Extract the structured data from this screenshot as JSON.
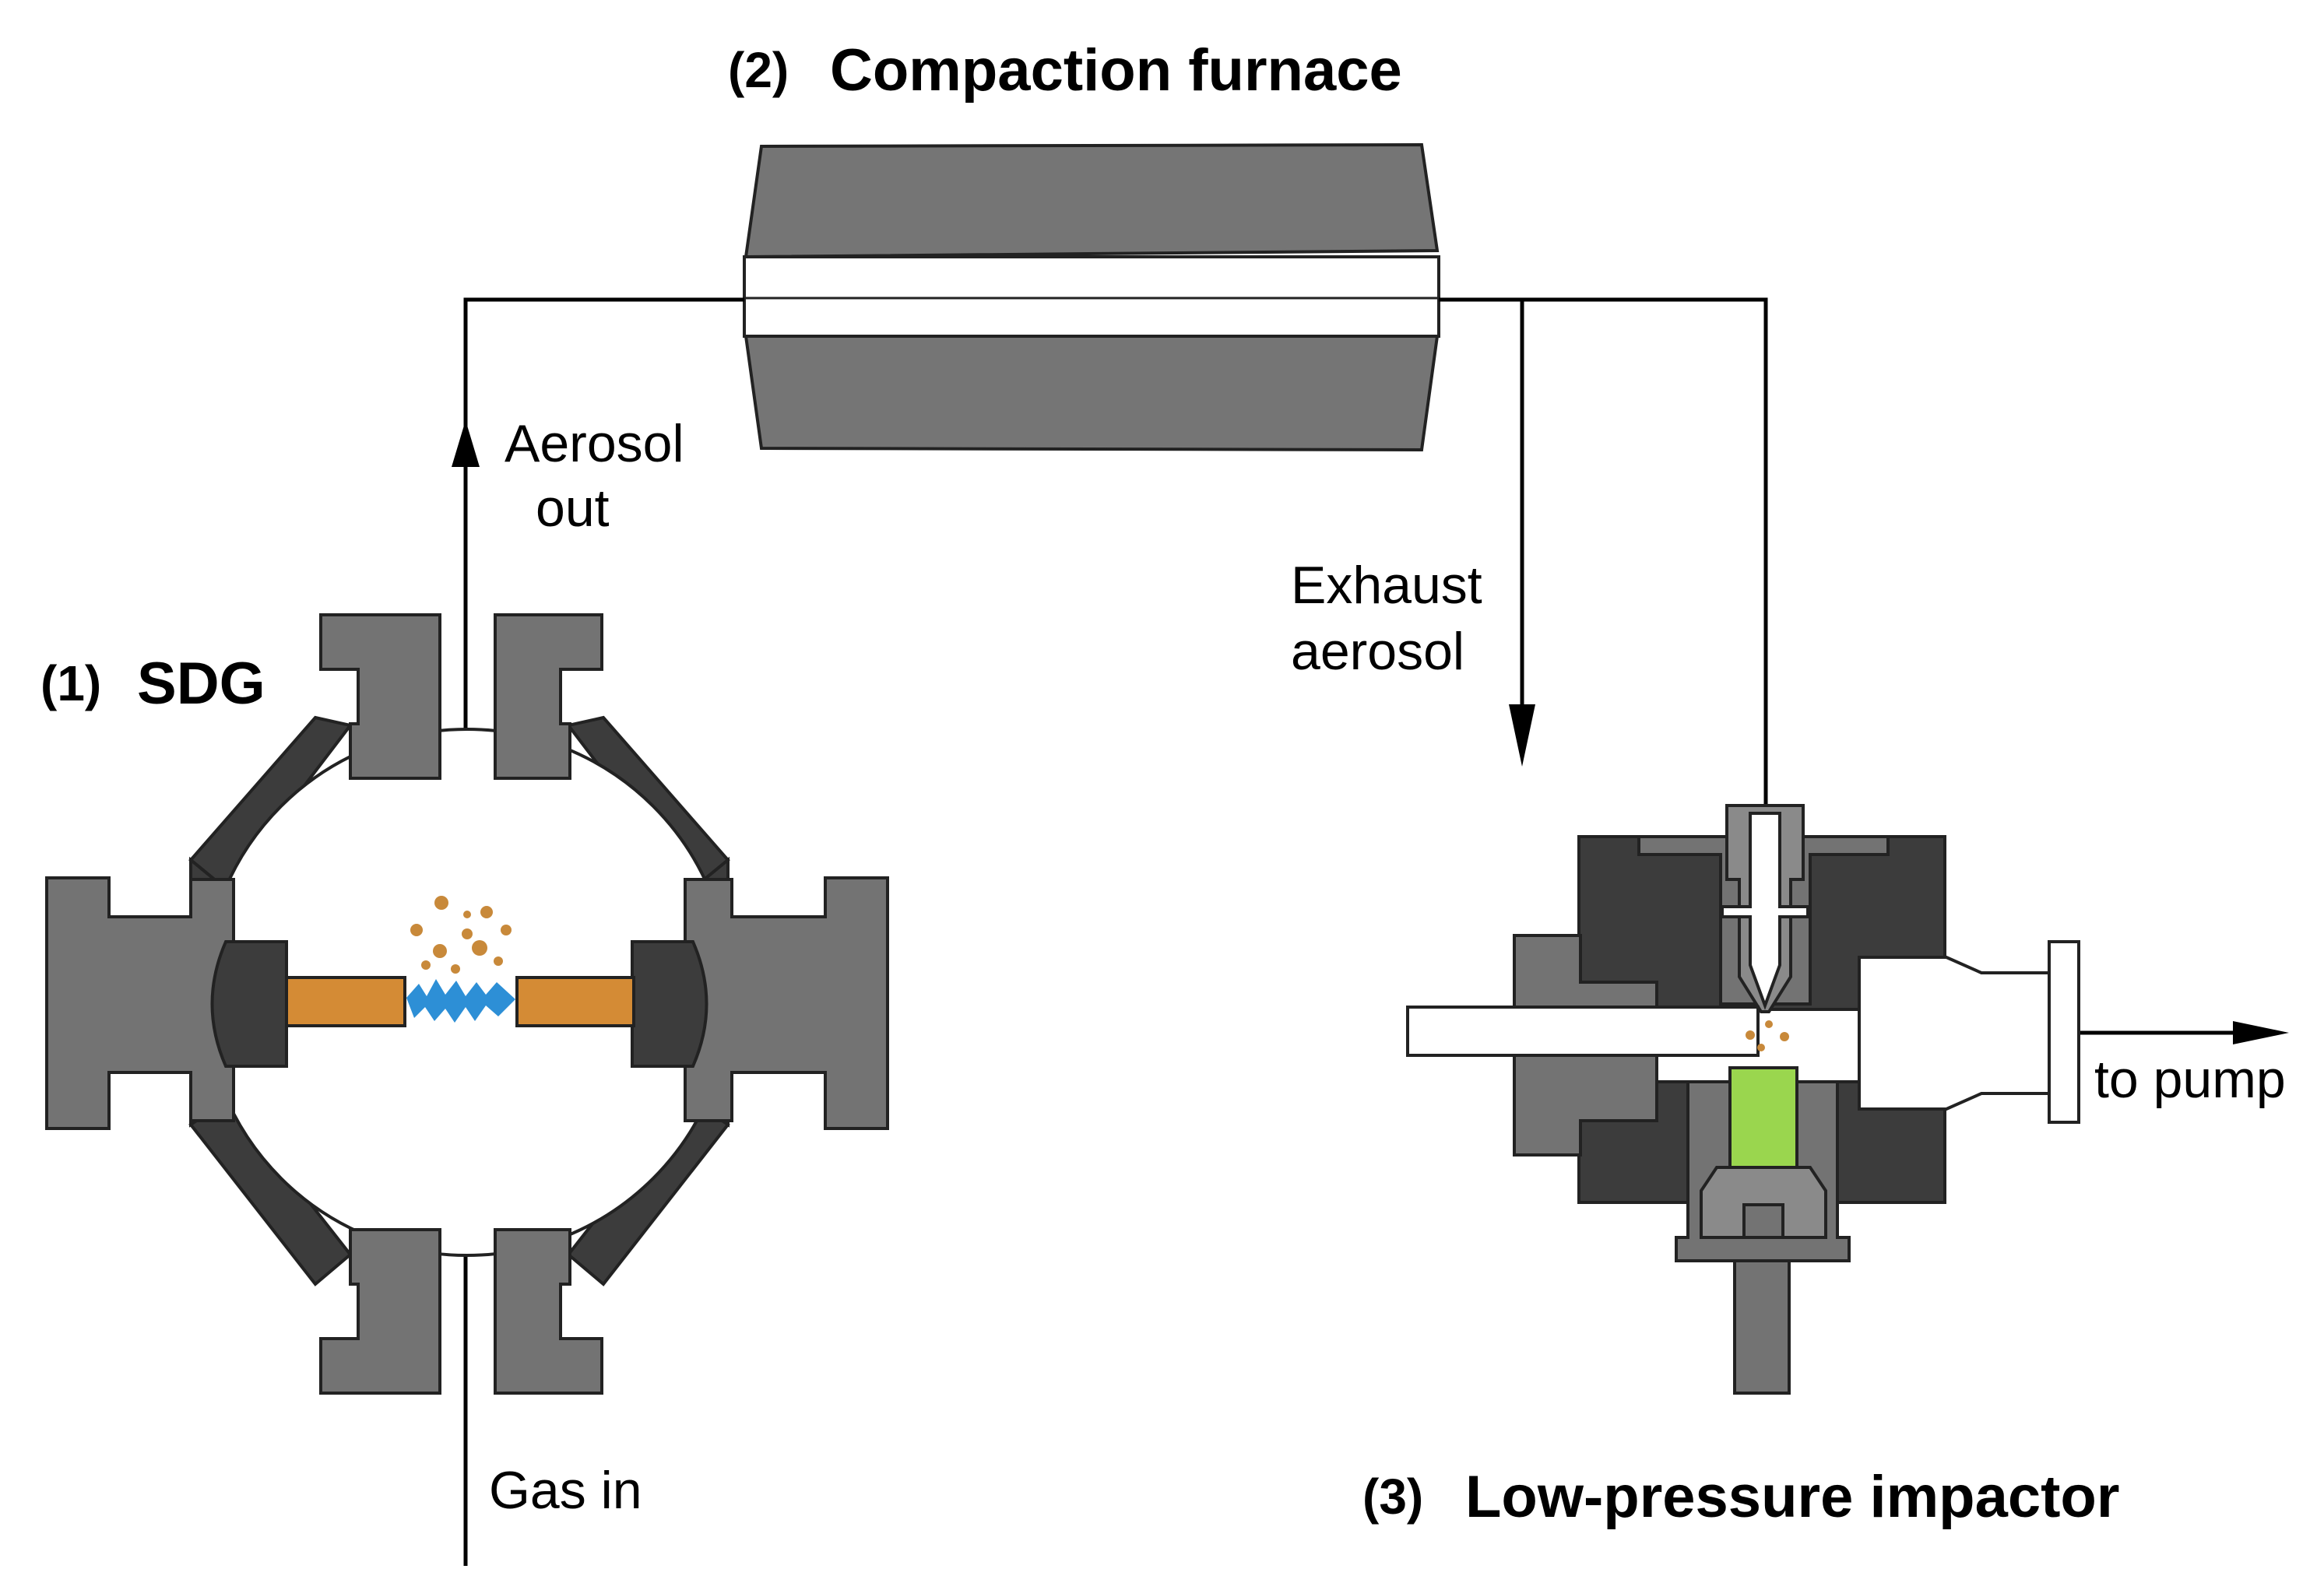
{
  "labels": {
    "furnace_num": "(2)",
    "furnace_title": "Compaction furnace",
    "sdg_num": "(1)",
    "sdg_title": "SDG",
    "impactor_num": "(3)",
    "impactor_title": "Low-pressure impactor",
    "aerosol_out_1": "Aerosol",
    "aerosol_out_2": "out",
    "exhaust_1": "Exhaust",
    "exhaust_2": "aerosol",
    "gas_in": "Gas in",
    "to_pump": "to pump"
  },
  "colors": {
    "dark_metal": "#3c3c3c",
    "metal": "#737373",
    "light_metal": "#8a8a8a",
    "electrode": "#d48b35",
    "spark": "#2d8fd6",
    "particles": "#c8893a",
    "substrate": "#9ad64e"
  }
}
